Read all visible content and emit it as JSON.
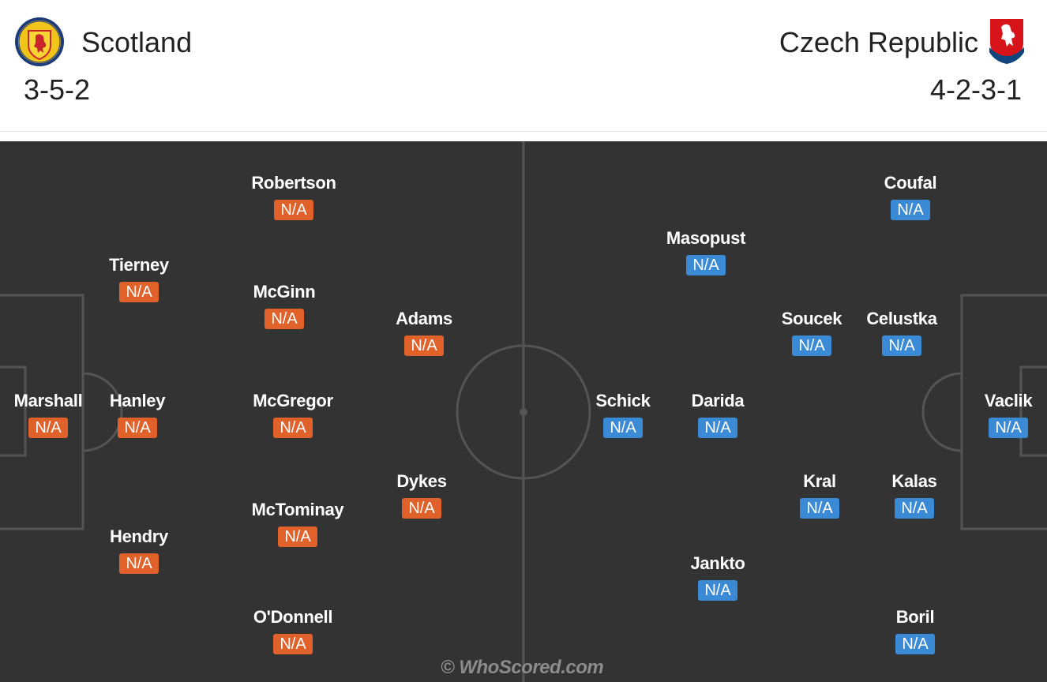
{
  "home": {
    "name": "Scotland",
    "formation": "3-5-2",
    "crest_icon": "scotland-crest-icon",
    "color": "#e0612a",
    "players": [
      {
        "name": "Marshall",
        "rating": "N/A"
      },
      {
        "name": "Tierney",
        "rating": "N/A"
      },
      {
        "name": "Hanley",
        "rating": "N/A"
      },
      {
        "name": "Hendry",
        "rating": "N/A"
      },
      {
        "name": "Robertson",
        "rating": "N/A"
      },
      {
        "name": "McGinn",
        "rating": "N/A"
      },
      {
        "name": "McGregor",
        "rating": "N/A"
      },
      {
        "name": "McTominay",
        "rating": "N/A"
      },
      {
        "name": "O'Donnell",
        "rating": "N/A"
      },
      {
        "name": "Adams",
        "rating": "N/A"
      },
      {
        "name": "Dykes",
        "rating": "N/A"
      }
    ]
  },
  "away": {
    "name": "Czech Republic",
    "formation": "4-2-3-1",
    "crest_icon": "czech-republic-crest-icon",
    "color": "#3a8ad6",
    "players": [
      {
        "name": "Vaclik",
        "rating": "N/A"
      },
      {
        "name": "Coufal",
        "rating": "N/A"
      },
      {
        "name": "Celustka",
        "rating": "N/A"
      },
      {
        "name": "Kalas",
        "rating": "N/A"
      },
      {
        "name": "Boril",
        "rating": "N/A"
      },
      {
        "name": "Soucek",
        "rating": "N/A"
      },
      {
        "name": "Kral",
        "rating": "N/A"
      },
      {
        "name": "Masopust",
        "rating": "N/A"
      },
      {
        "name": "Darida",
        "rating": "N/A"
      },
      {
        "name": "Jankto",
        "rating": "N/A"
      },
      {
        "name": "Schick",
        "rating": "N/A"
      }
    ]
  },
  "watermark": "© WhoScored.com"
}
